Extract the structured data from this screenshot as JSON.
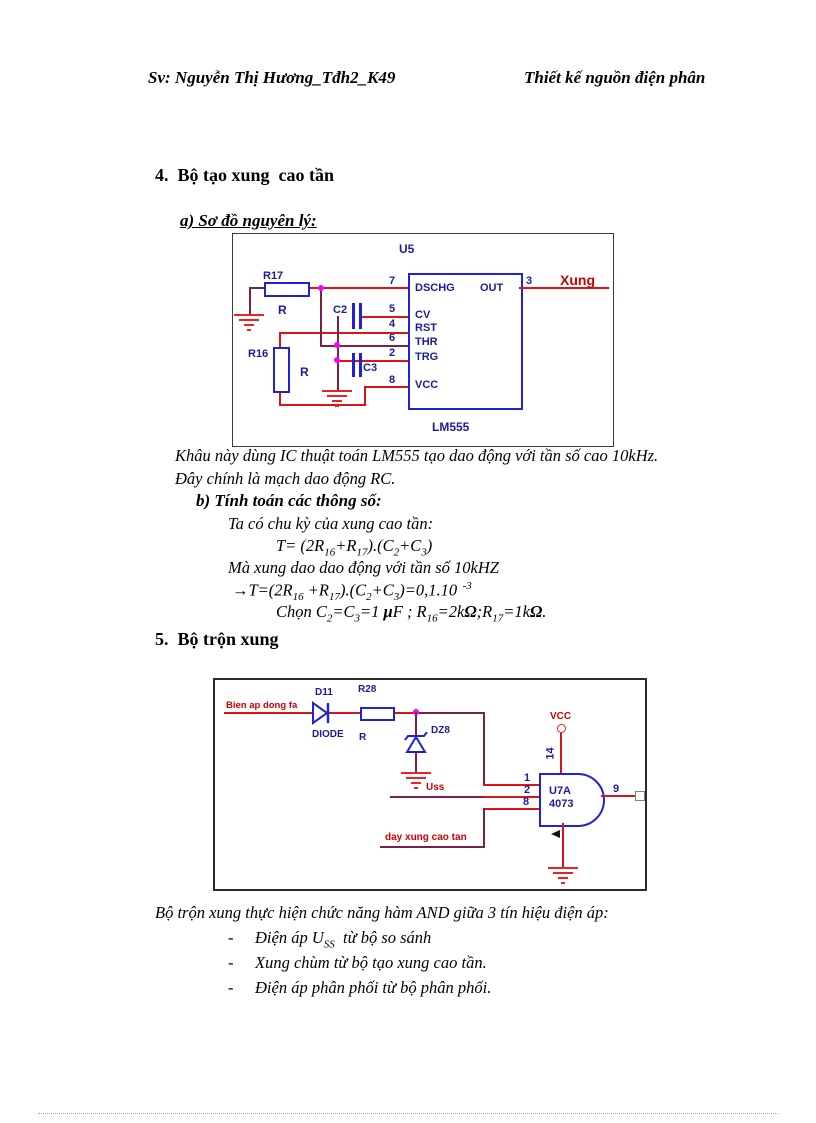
{
  "header": {
    "student": "Sv: Nguyễn Thị Hương_Tđh2_K49",
    "doc_title": "Thiết kế nguồn điện phân"
  },
  "section4": {
    "heading": "4.  Bộ tạo xung  cao tần",
    "sub_a": "a) Sơ đồ nguyên lý:",
    "caption1": "Khâu này dùng IC thuật toán LM555 tạo dao động với tần số cao 10kHz.",
    "caption2": "Đây chính là mạch dao động RC.",
    "sub_b": "b) Tính toán các thông số:",
    "period_intro": "Ta có chu kỳ của xung cao tần:",
    "freq_note": "Mà xung dao dao động với tần số 10kHZ"
  },
  "formulas": {
    "f1": {
      "p0": "T= (2R",
      "s0": "16",
      "p1": "+R",
      "s1": "17",
      "p2": ").(C",
      "s2": "2",
      "p3": "+C",
      "s3": "3",
      "p4": ")"
    },
    "f2": {
      "arrow": "→",
      "p0": "T=(2R",
      "s0": "16",
      "p1": " +R",
      "s1": "17",
      "p2": ").(C",
      "s2": "2",
      "p3": "+C",
      "s3": "3",
      "p4": ")=0,1.10",
      "sup": "-3"
    },
    "f3": {
      "p0": "Chọn C",
      "s0": "2",
      "p1": "=C",
      "s1": "3",
      "p2": "=1 ",
      "mu": "μ",
      "p3": "F ; R",
      "s3": "16",
      "p4": "=2k",
      "om1": "Ω",
      "p5": ";R",
      "s5": "17",
      "p6": "=1k",
      "om2": "Ω",
      "p7": "."
    }
  },
  "section5": {
    "heading": "5.  Bộ trộn xung",
    "caption": "Bộ trộn xung thực hiện chức năng hàm AND giữa 3 tín hiệu điện áp:",
    "bullet1": {
      "dash": "-",
      "p0": "Điện áp U",
      "sub": "SS",
      "p1": "  từ bộ so sánh"
    },
    "bullet2": {
      "dash": "-",
      "text": "Xung chùm từ bộ tạo xung cao tần."
    },
    "bullet3": {
      "dash": "-",
      "text": "Điện áp phân phối từ bộ phân phối."
    }
  },
  "circuit1": {
    "chip_ref": "U5",
    "chip_part": "LM555",
    "output_label": "Xung",
    "r17": "R17",
    "r17_value": "R",
    "r16": "R16",
    "r16_value": "R",
    "c2": "C2",
    "c3": "C3",
    "pins": {
      "p7": "7",
      "p5": "5",
      "p4": "4",
      "p6": "6",
      "p2": "2",
      "p8": "8",
      "p3": "3",
      "dschg": "DSCHG",
      "out": "OUT",
      "cv": "CV",
      "rst": "RST",
      "thr": "THR",
      "trg": "TRG",
      "vcc": "VCC"
    }
  },
  "circuit2": {
    "input_label": "Bien ap dong fa",
    "d11": "D11",
    "d11_type": "DIODE",
    "r28": "R28",
    "r28_value": "R",
    "dz8": "DZ8",
    "vcc": "VCC",
    "uss": "Uss",
    "pulse_label": "day xung cao tan",
    "gate_ref": "U7A",
    "gate_part": "4073",
    "pins": {
      "p14": "14",
      "p1": "1",
      "p2": "2",
      "p8": "8",
      "p9": "9"
    }
  },
  "colors": {
    "wire_red": "#dd1414",
    "wire_maroon": "#7b2148",
    "component_blue": "#2121d6",
    "label_navy": "#1c1c96",
    "junction_magenta": "#ff00ff",
    "accent_red": "#cc0000"
  }
}
